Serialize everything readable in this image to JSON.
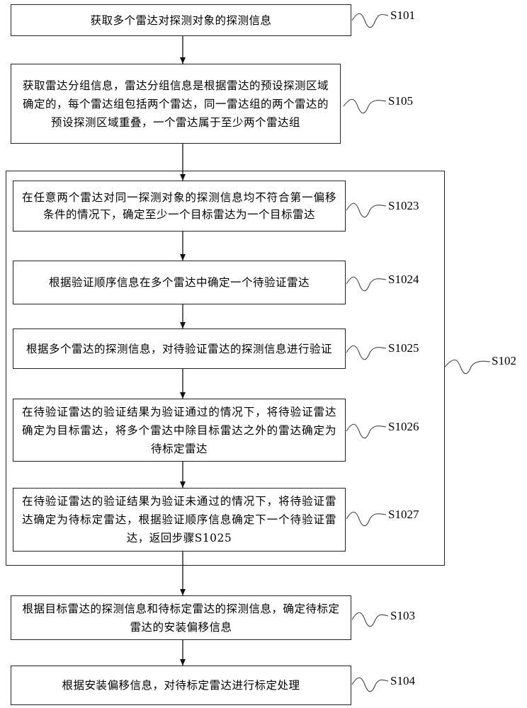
{
  "steps": {
    "s101": {
      "text": "获取多个雷达对探测对象的探测信息",
      "label": "S101"
    },
    "s105": {
      "text": "获取雷达分组信息，雷达分组信息是根据雷达的预设探测区域确定的，每个雷达组包括两个雷达，同一雷达组的两个雷达的预设探测区域重叠，一个雷达属于至少两个雷达组",
      "label": "S105"
    },
    "s102": {
      "label": "S102"
    },
    "s1023": {
      "text": "在任意两个雷达对同一探测对象的探测信息均不符合第一偏移条件的情况下，确定至少一个目标雷达为一个目标雷达",
      "label": "S1023"
    },
    "s1024": {
      "text": "根据验证顺序信息在多个雷达中确定一个待验证雷达",
      "label": "S1024"
    },
    "s1025": {
      "text": "根据多个雷达的探测信息，对待验证雷达的探测信息进行验证",
      "label": "S1025"
    },
    "s1026": {
      "text": "在待验证雷达的验证结果为验证通过的情况下，将待验证雷达确定为目标雷达，将多个雷达中除目标雷达之外的雷达确定为待标定雷达",
      "label": "S1026"
    },
    "s1027": {
      "text": "在待验证雷达的验证结果为验证未通过的情况下，将待验证雷达确定为待标定雷达，根据验证顺序信息确定下一个待验证雷达，返回步骤S1025",
      "label": "S1027"
    },
    "s103": {
      "text": "根据目标雷达的探测信息和待标定雷达的探测信息，确定待标定雷达的安装偏移信息",
      "label": "S103"
    },
    "s104": {
      "text": "根据安装偏移信息，对待标定雷达进行标定处理",
      "label": "S104"
    }
  }
}
